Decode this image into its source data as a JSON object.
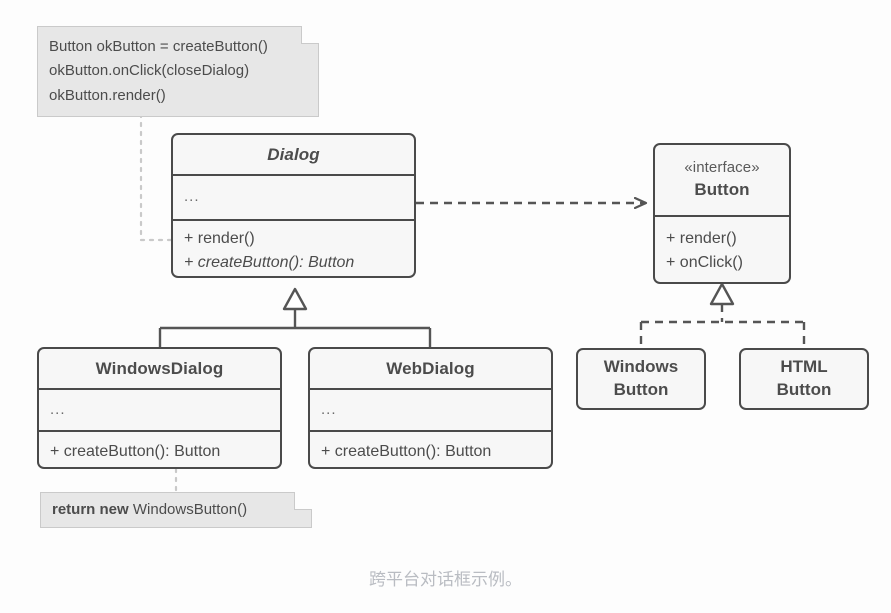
{
  "diagram": {
    "caption": "跨平台对话框示例。",
    "colors": {
      "box_fill": "#f7f7f7",
      "box_border": "#4a4a4a",
      "note_fill": "#e7e7e7",
      "note_border": "#cacaca",
      "text": "#4c4c4c",
      "edge": "#555555",
      "note_edge": "#c9c9c9",
      "caption": "#b9bcc2",
      "background": "#fdfdfd"
    },
    "notes": [
      {
        "id": "client-code-note",
        "lines": [
          "Button okButton = createButton()",
          "okButton.onClick(closeDialog)",
          "okButton.render()"
        ]
      },
      {
        "id": "factory-return-note",
        "keyword": "return new",
        "rest": " WindowsButton()"
      }
    ],
    "classes": [
      {
        "id": "dialog",
        "name": "Dialog",
        "abstract": true,
        "attributes": [
          "..."
        ],
        "methods": [
          {
            "text": "+ render()",
            "abstract": false
          },
          {
            "text": "+ createButton(): Button",
            "abstract": true
          }
        ]
      },
      {
        "id": "button-interface",
        "stereotype": "«interface»",
        "name": "Button",
        "abstract": false,
        "methods": [
          {
            "text": "+ render()",
            "abstract": false
          },
          {
            "text": "+ onClick()",
            "abstract": false
          }
        ]
      },
      {
        "id": "windows-dialog",
        "name": "WindowsDialog",
        "abstract": false,
        "attributes": [
          "..."
        ],
        "methods": [
          {
            "text": "+ createButton(): Button",
            "abstract": false
          }
        ]
      },
      {
        "id": "web-dialog",
        "name": "WebDialog",
        "abstract": false,
        "attributes": [
          "..."
        ],
        "methods": [
          {
            "text": "+ createButton(): Button",
            "abstract": false
          }
        ]
      },
      {
        "id": "windows-button",
        "name_line1": "Windows",
        "name_line2": "Button"
      },
      {
        "id": "html-button",
        "name_line1": "HTML",
        "name_line2": "Button"
      }
    ],
    "relations": [
      {
        "id": "dialog-depends-on-button",
        "type": "dependency",
        "from": "dialog",
        "to": "button-interface"
      },
      {
        "id": "windows-dialog-extends-dialog",
        "type": "generalization",
        "from": "windows-dialog",
        "to": "dialog"
      },
      {
        "id": "web-dialog-extends-dialog",
        "type": "generalization",
        "from": "web-dialog",
        "to": "dialog"
      },
      {
        "id": "windows-button-implements-button",
        "type": "realization",
        "from": "windows-button",
        "to": "button-interface"
      },
      {
        "id": "html-button-implements-button",
        "type": "realization",
        "from": "html-button",
        "to": "button-interface"
      },
      {
        "id": "client-note-anchor",
        "type": "note-link",
        "from": "client-code-note",
        "to": "dialog"
      },
      {
        "id": "factory-note-anchor",
        "type": "note-link",
        "from": "factory-return-note",
        "to": "windows-dialog"
      }
    ]
  }
}
